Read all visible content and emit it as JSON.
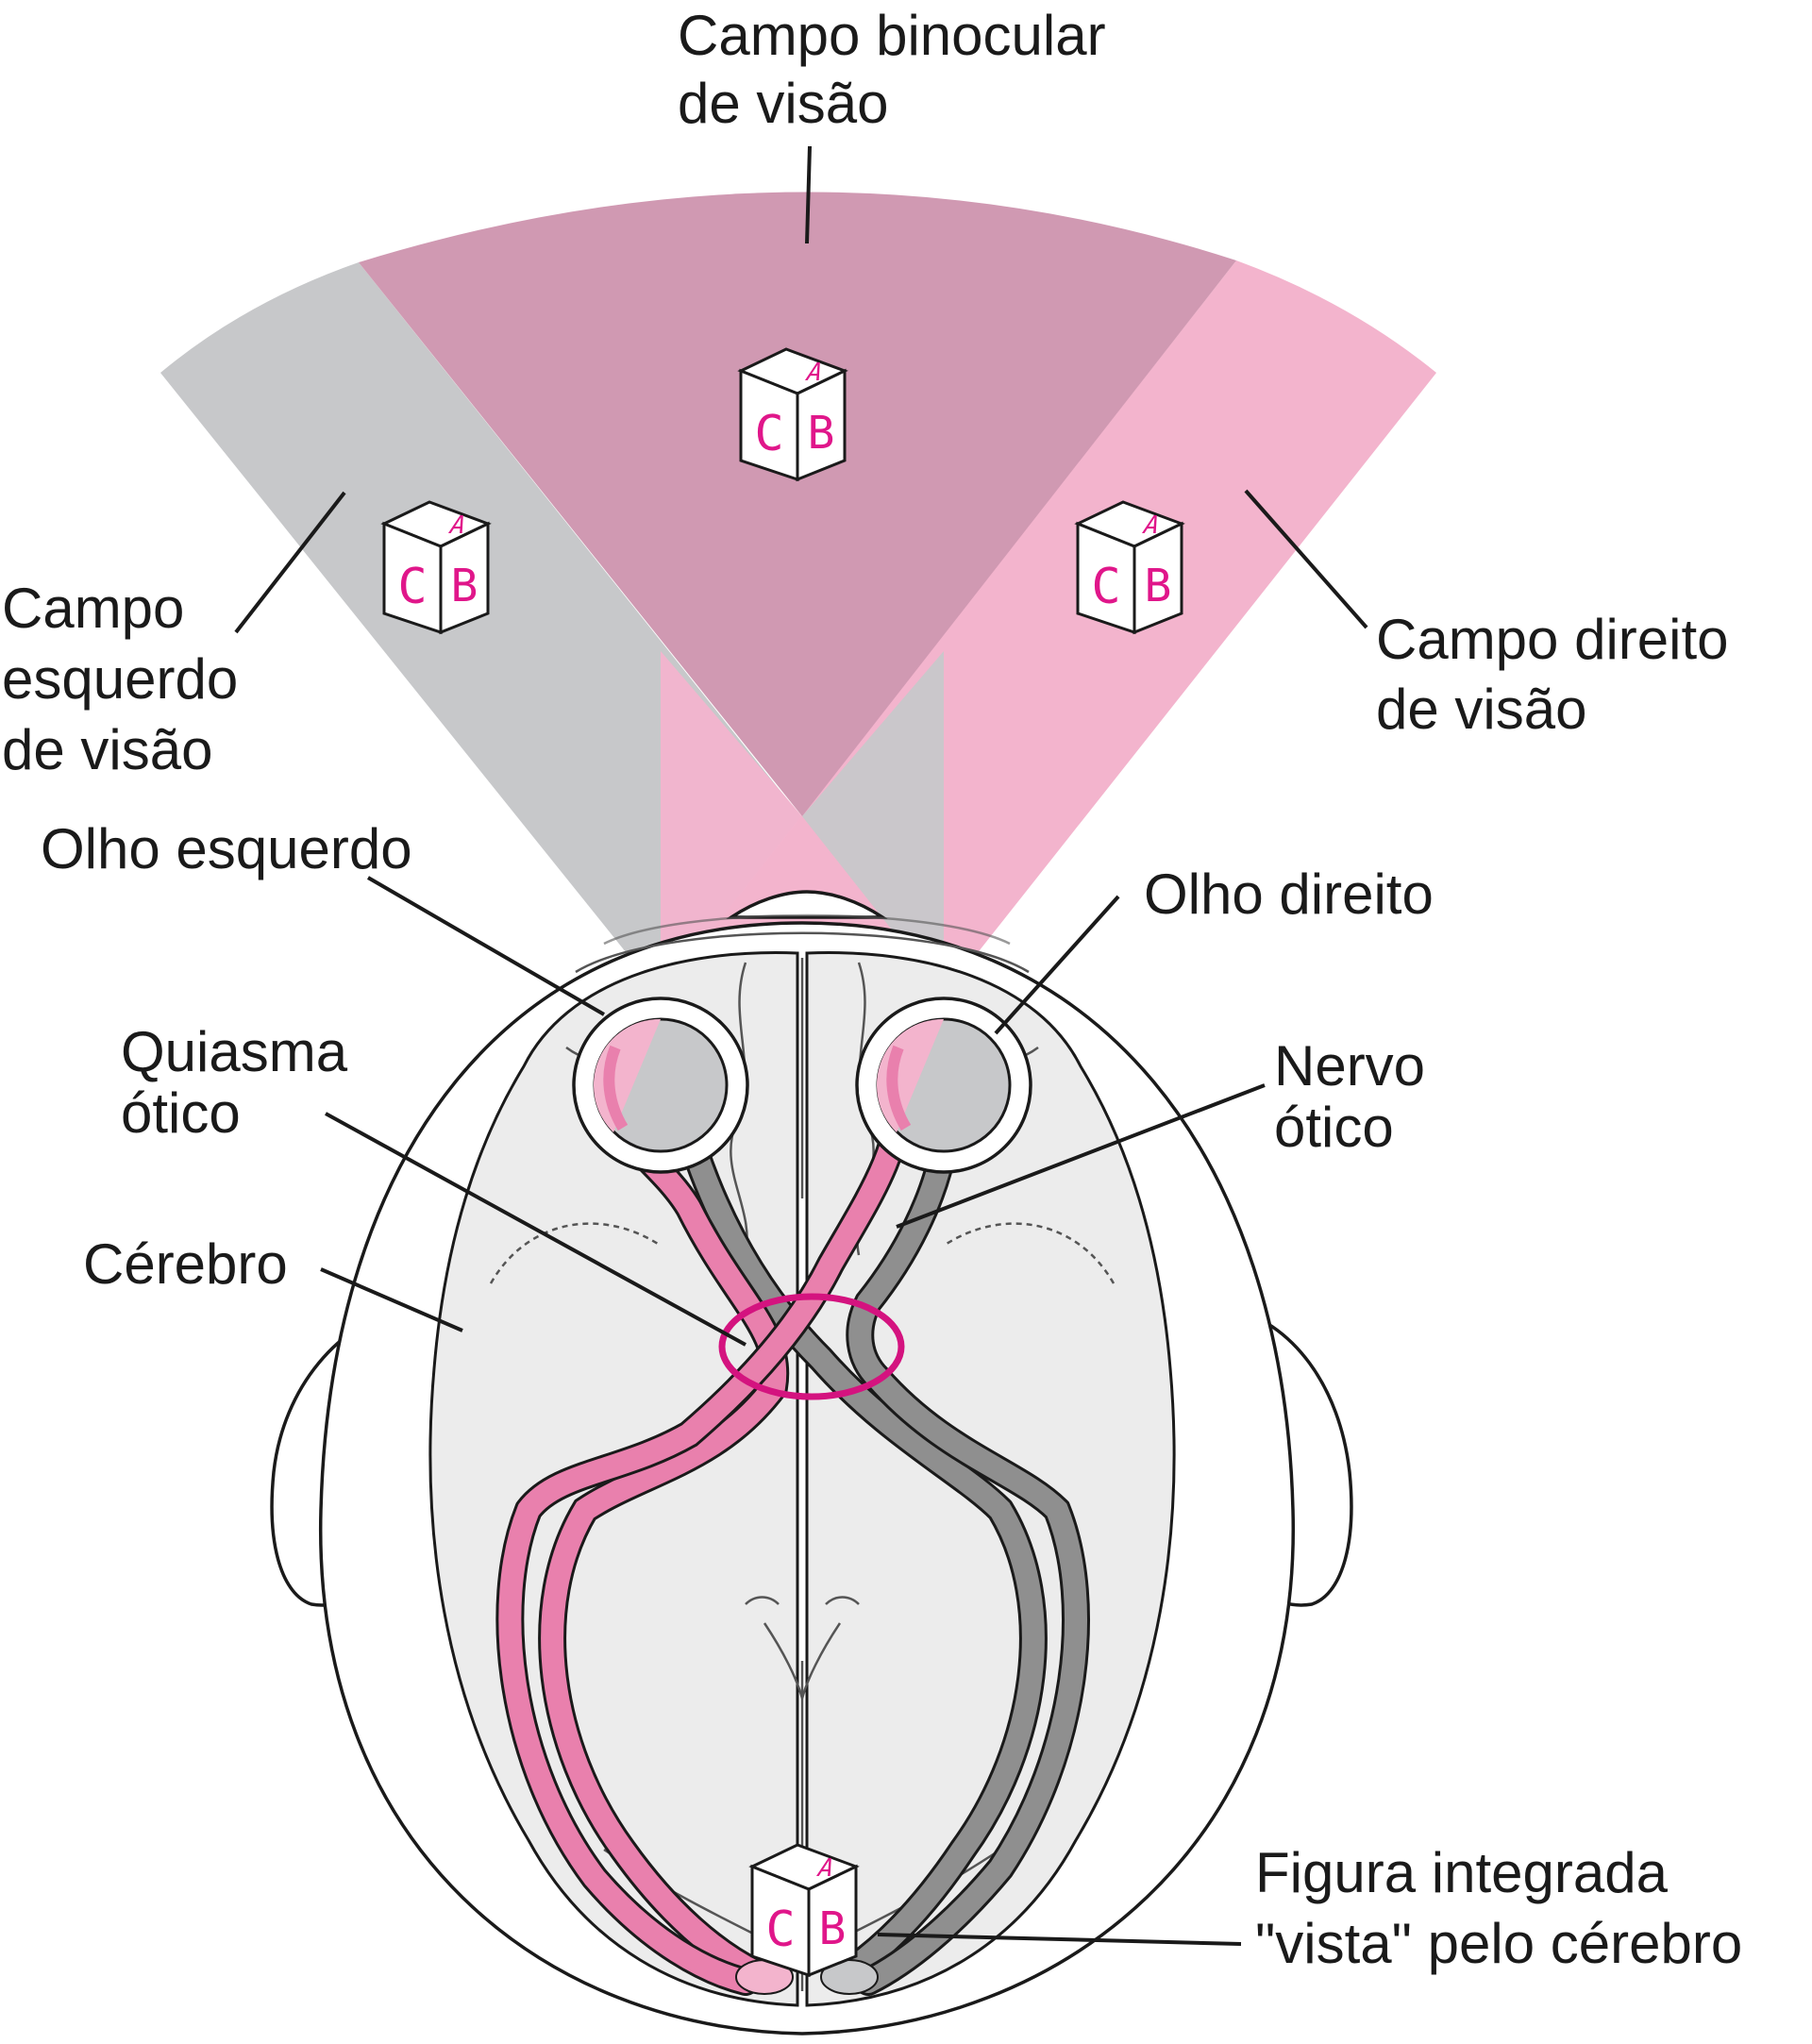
{
  "labels": {
    "binocular": [
      "Campo binocular",
      "de visão"
    ],
    "left_field": [
      "Campo",
      "esquerdo",
      "de visão"
    ],
    "right_field": [
      "Campo direito",
      "de visão"
    ],
    "left_eye": "Olho esquerdo",
    "right_eye": "Olho direito",
    "chiasm": [
      "Quiasma",
      "ótico"
    ],
    "nerve": [
      "Nervo",
      "ótico"
    ],
    "brain": "Cérebro",
    "integrated": [
      "Figura integrada",
      "\"vista\" pelo cérebro"
    ]
  },
  "cubes": {
    "top": "A",
    "left": "C",
    "right": "B"
  },
  "colors": {
    "left_field": "#c7c8ca",
    "right_field": "#f3b4cd",
    "binocular": "#d099b2",
    "brain": "#ececec",
    "chiasm_ring": "#d4137f",
    "pink_path": "#e980ad",
    "gray_path": "#8f8f8f",
    "letters": "#e0168a"
  }
}
